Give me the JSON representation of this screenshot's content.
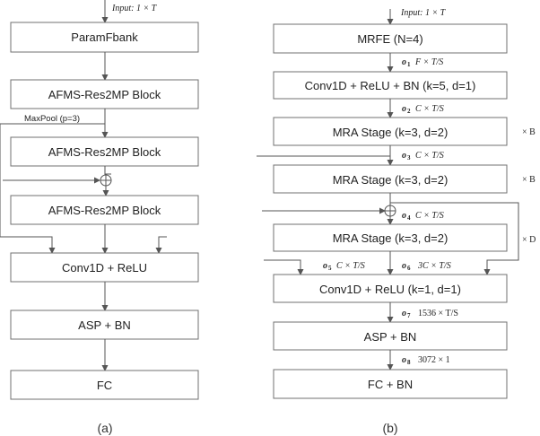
{
  "diagram_a": {
    "input": "Input: 1 × T",
    "blocks": [
      "ParamFbank",
      "AFMS-Res2MP Block",
      "AFMS-Res2MP Block",
      "AFMS-Res2MP Block",
      "Conv1D + ReLU",
      "ASP + BN",
      "FC"
    ],
    "maxpool": "MaxPool (p=3)",
    "caption": "(a)"
  },
  "diagram_b": {
    "input": "Input: 1 × T",
    "blocks": [
      "MRFE (N=4)",
      "Conv1D + ReLU + BN (k=5, d=1)",
      "MRA Stage (k=3, d=2)",
      "MRA Stage (k=3, d=2)",
      "MRA Stage (k=3, d=2)",
      "Conv1D + ReLU (k=1, d=1)",
      "ASP + BN",
      "FC + BN"
    ],
    "outputs": {
      "o1": {
        "label": "o",
        "sub": "1",
        "text": "F × T/S"
      },
      "o2": {
        "label": "o",
        "sub": "2",
        "text": "C × T/S"
      },
      "o3": {
        "label": "o",
        "sub": "3",
        "text": "C × T/S"
      },
      "o4": {
        "label": "o",
        "sub": "4",
        "text": "C × T/S"
      },
      "o5": {
        "label": "o",
        "sub": "5",
        "text": "C × T/S"
      },
      "o6": {
        "label": "o",
        "sub": "6",
        "text": "3C × T/S"
      },
      "o7": {
        "label": "o",
        "sub": "7",
        "text": "1536 × T/S"
      },
      "o8": {
        "label": "o",
        "sub": "8",
        "text": "3072 × 1"
      }
    },
    "repeat": [
      "× B",
      "× B",
      "× D"
    ],
    "caption": "(b)"
  }
}
